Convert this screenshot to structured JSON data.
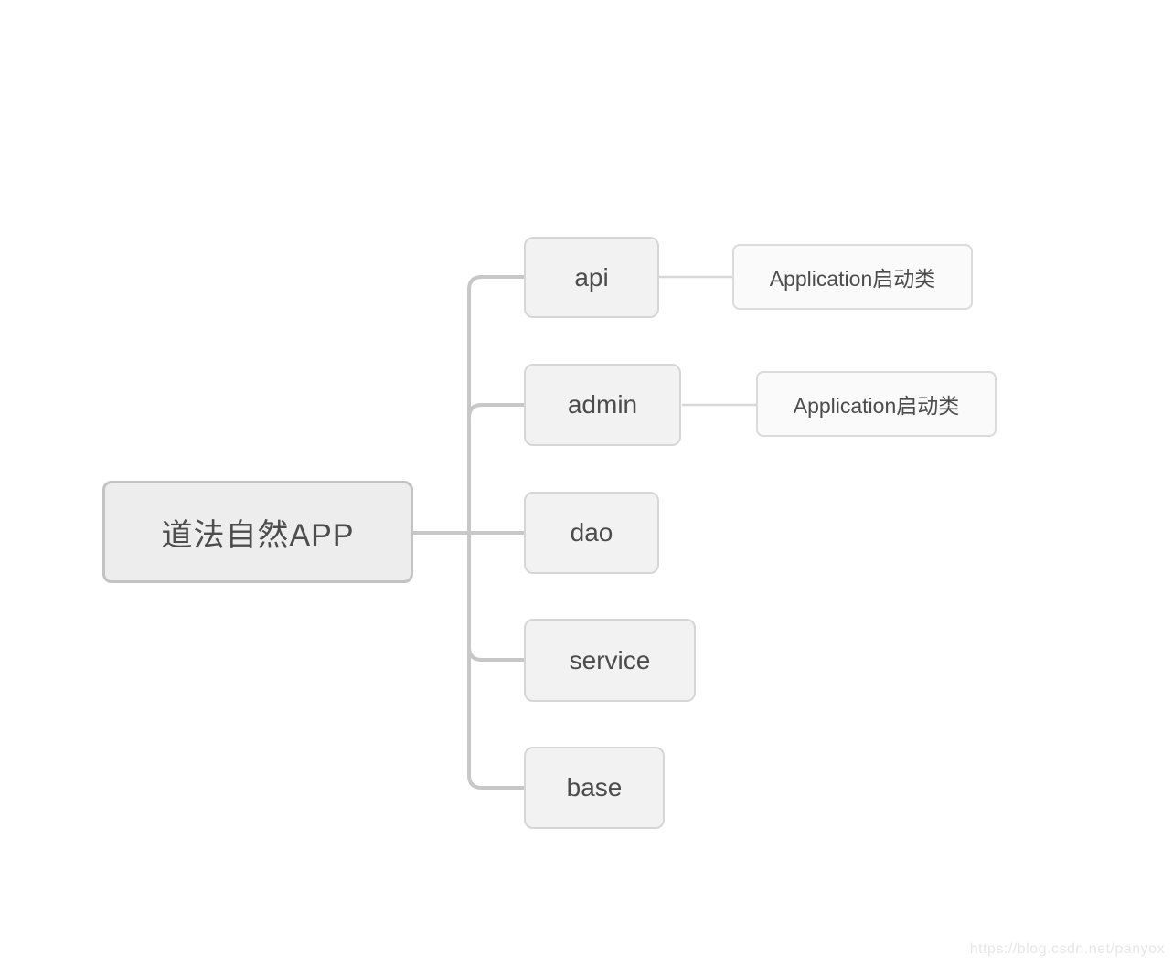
{
  "diagram": {
    "root": {
      "label": "道法自然APP"
    },
    "children": [
      {
        "id": "api",
        "label": "api",
        "child": {
          "label": "Application启动类"
        }
      },
      {
        "id": "admin",
        "label": "admin",
        "child": {
          "label": "Application启动类"
        }
      },
      {
        "id": "dao",
        "label": "dao"
      },
      {
        "id": "service",
        "label": "service"
      },
      {
        "id": "base",
        "label": "base"
      }
    ],
    "colors": {
      "root_fill": "#ededed",
      "root_border": "#c3c3c3",
      "node_fill": "#f2f2f2",
      "node_border": "#d6d6d6",
      "leaf_fill": "#fafafa",
      "leaf_border": "#dbdbdb",
      "connector": "#c7c7c7",
      "sub_connector": "#d8d8d8",
      "text": "#4c4c4c",
      "background": "#ffffff"
    }
  },
  "watermark": {
    "text": "https://blog.csdn.net/panyox"
  }
}
